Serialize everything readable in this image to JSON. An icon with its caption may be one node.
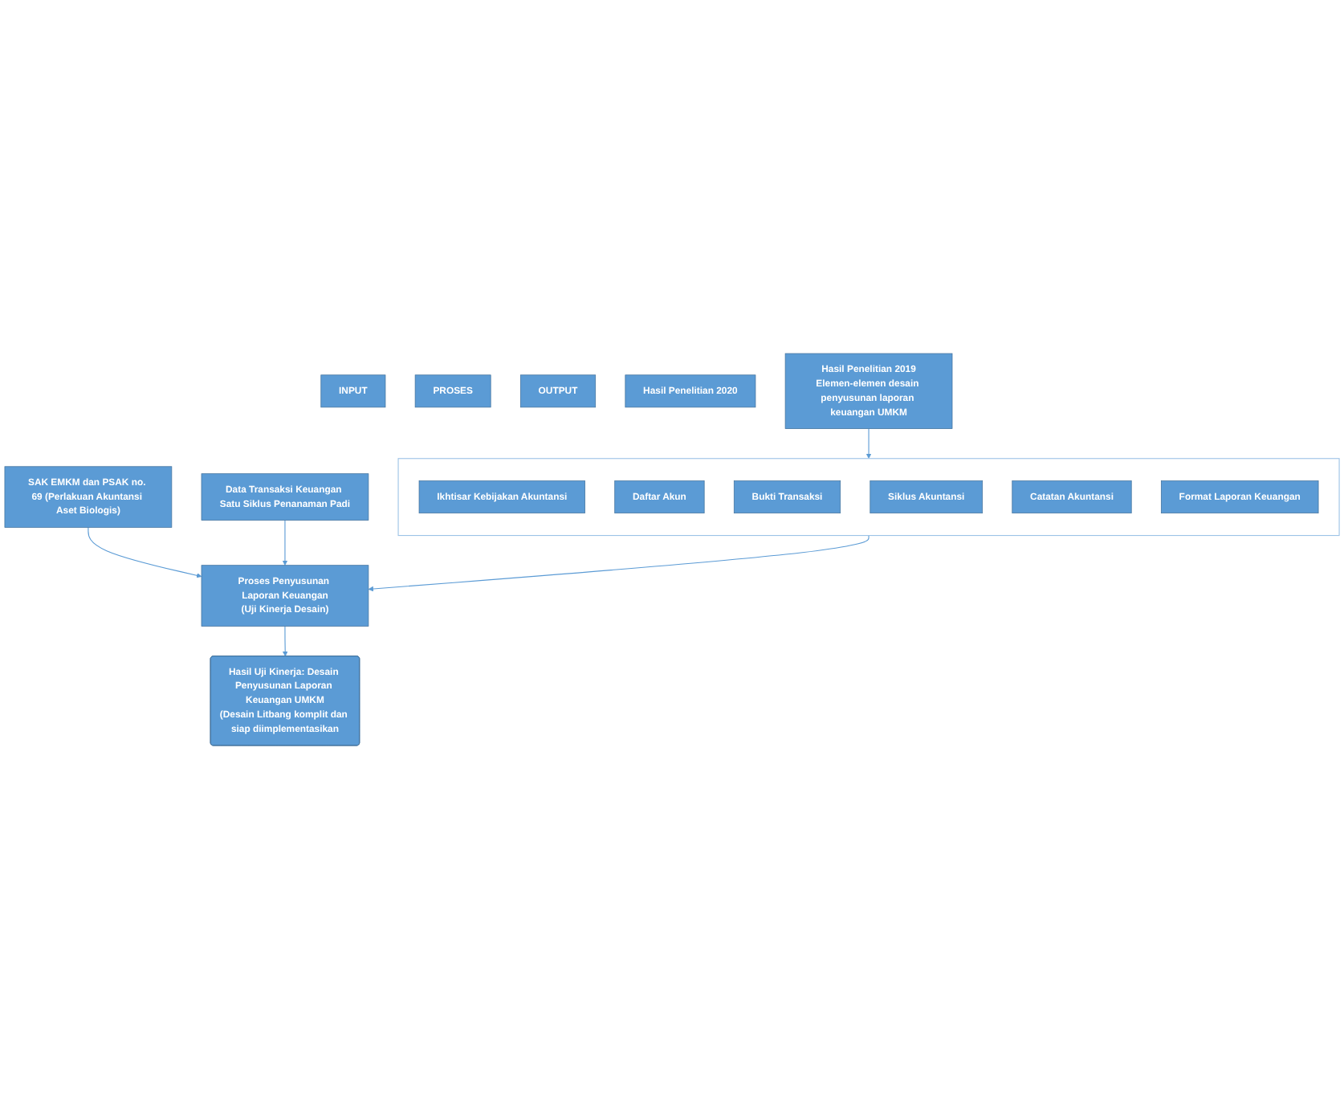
{
  "diagram": {
    "nodes": [
      {
        "text": [
          "INPUT"
        ]
      },
      {
        "text": [
          "PROSES"
        ]
      },
      {
        "text": [
          "OUTPUT"
        ]
      },
      {
        "text": [],
        "shape": "box"
      },
      {
        "text": [
          "Ikhtisar Kebijakan Akuntansi"
        ],
        "in": 3
      },
      {
        "text": [
          "Daftar Akun"
        ],
        "in": 3
      },
      {
        "text": [
          "Bukti Transaksi"
        ],
        "in": 3
      },
      {
        "text": [
          "Siklus Akuntansi"
        ],
        "in": 3
      },
      {
        "text": [
          "Catatan Akuntansi"
        ],
        "in": 3
      },
      {
        "text": [
          "Format Laporan Keuangan"
        ],
        "in": 3
      },
      {
        "text": [
          "SAK EMKM dan PSAK no. 69 (Perlakuan Akuntansi Aset Biologis)"
        ]
      },
      {
        "text": [
          "Proses Penyusunan Laporan Keuangan",
          "(Uji Kinerja Desain)"
        ]
      },
      {
        "text": [
          "Data Transaksi Keuangan Satu Siklus Penanaman Padi"
        ]
      },
      {
        "text": [
          "Hasil Uji Kinerja: Desain Penyusunan Laporan Keuangan UMKM",
          "(Desain Litbang komplit dan siap diimplementasikan"
        ]
      },
      {
        "text": [
          "Hasil Penelitian 2020"
        ]
      },
      {
        "text": [
          "Hasil Penelitian 2019",
          "Elemen-elemen desain penyusunan laporan keuangan UMKM"
        ]
      }
    ],
    "edges": [
      {
        "from": 15,
        "to": 3,
        "arrow": "to"
      },
      {
        "from": 3,
        "to": 11,
        "arrow": "to"
      },
      {
        "from": 10,
        "to": 11,
        "arrow": "to"
      },
      {
        "from": 12,
        "to": 11,
        "arrow": "to"
      },
      {
        "from": 11,
        "to": 13,
        "arrow": "to"
      }
    ]
  }
}
